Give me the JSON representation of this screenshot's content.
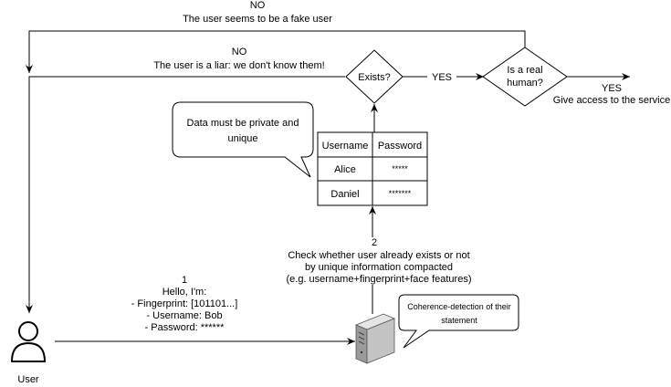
{
  "top_loop": {
    "answer": "NO",
    "message": "The user seems to be a fake user"
  },
  "middle_loop": {
    "answer": "NO",
    "message": "The user is a liar: we don't know them!"
  },
  "exists_decision": {
    "label": "Exists?"
  },
  "exists_yes": "YES",
  "human_decision": {
    "line1": "Is a real",
    "line2": "human?"
  },
  "access": {
    "answer": "YES",
    "message": "Give access to the service"
  },
  "privacy_note": {
    "line1": "Data must be private and",
    "line2": "unique"
  },
  "user_table": {
    "headers": [
      "Username",
      "Password"
    ],
    "rows": [
      [
        "Alice",
        "*****"
      ],
      [
        "Daniel",
        "*******"
      ]
    ]
  },
  "step2": {
    "number": "2",
    "lines": [
      "Check whether user already exists or not",
      "by unique information compacted",
      "(e.g. username+fingerprint+face features)"
    ]
  },
  "step1": {
    "number": "1",
    "lines": [
      "Hello, I'm:",
      "- Fingerprint: [101101...]",
      "- Username: Bob",
      "- Password: ******"
    ]
  },
  "coherence_note": {
    "line1": "Coherence-detection of their",
    "line2": "statement"
  },
  "user_actor": {
    "label": "User",
    "icon": "user-icon"
  },
  "server": {
    "icon": "server-icon"
  }
}
